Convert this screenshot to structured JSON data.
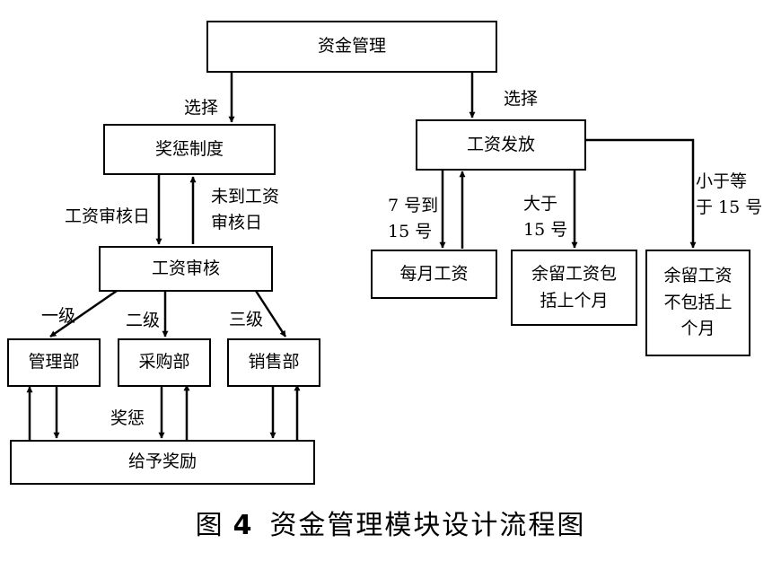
{
  "nodes": {
    "fund_management": "资金管理",
    "reward_policy": "奖惩制度",
    "salary_audit": "工资审核",
    "management_dept": "管理部",
    "purchasing_dept": "采购部",
    "sales_dept": "销售部",
    "grant_reward": "给予奖励",
    "salary_payment": "工资发放",
    "monthly_salary": "每月工资",
    "remaining_incl": "余留工资包\n括上个月",
    "remaining_excl": "余留工资\n不包括上\n个月"
  },
  "labels": {
    "select_left": "选择",
    "select_right": "选择",
    "audit_day": "工资审核日",
    "before_audit_day": "未到工资\n审核日",
    "level1": "一级",
    "level2": "二级",
    "level3": "三级",
    "reward_punish": "奖惩",
    "day_7_15": "7 号到\n15 号",
    "greater_15": "大于\n15 号",
    "le_15": "小于等\n于 15 号"
  },
  "caption": {
    "prefix": "图",
    "number": "4",
    "title": "资金管理模块设计流程图"
  }
}
